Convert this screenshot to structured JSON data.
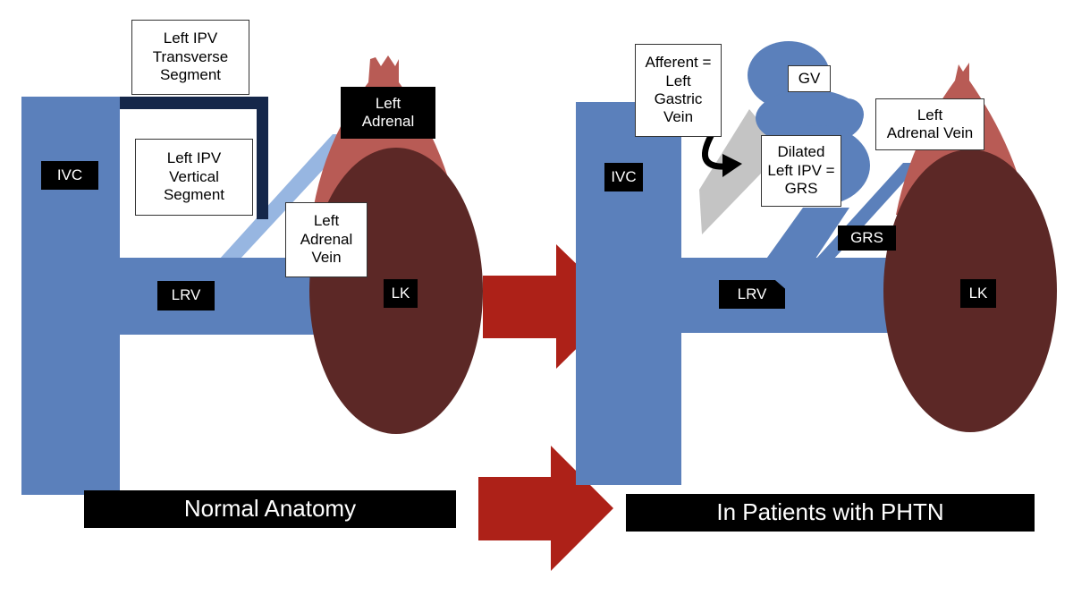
{
  "colors": {
    "vein_blue": "#5b80bb",
    "light_blue": "#97b6e1",
    "dark_navy": "#15274a",
    "adrenal_red": "#b85b55",
    "kidney_brown": "#5c2826",
    "arrow_red": "#ad2118",
    "shadow_gray": "#c4c4c4"
  },
  "icons": {
    "curved_arrow": "curved-arrow-icon",
    "progression_arrow": "right-arrow-icon"
  },
  "left_panel": {
    "title": "Normal Anatomy",
    "labels": {
      "ipv_transverse": "Left IPV\nTransverse\nSegment",
      "ipv_vertical": "Left IPV\nVertical\nSegment",
      "ivc": "IVC",
      "lrv": "LRV",
      "left_adrenal": "Left\nAdrenal",
      "left_adrenal_vein": "Left\nAdrenal\nVein",
      "lk": "LK"
    }
  },
  "right_panel": {
    "title": "In Patients with PHTN",
    "labels": {
      "afferent": "Afferent =\nLeft\nGastric\nVein",
      "gv": "GV",
      "dilated": "Dilated\nLeft IPV =\nGRS",
      "left_adrenal_vein": "Left\nAdrenal Vein",
      "ivc": "IVC",
      "grs": "GRS",
      "lrv": "LRV",
      "lk": "LK"
    }
  }
}
